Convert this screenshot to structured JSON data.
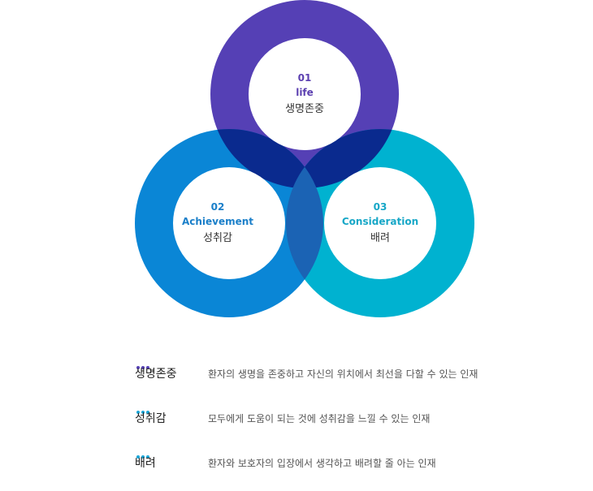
{
  "circles": [
    {
      "num": "01",
      "en": "life",
      "ko": "생명존중",
      "color": "#5540b5"
    },
    {
      "num": "02",
      "en": "Achievement",
      "ko": "성취감",
      "color": "#0a86d6"
    },
    {
      "num": "03",
      "en": "Consideration",
      "ko": "배려",
      "color": "#00b2d0"
    }
  ],
  "overlap_color": "#0a2a8e",
  "values": [
    {
      "term": "생명존중",
      "desc": "환자의 생명을 존중하고 자신의 위치에서 최선을 다할 수 있는 인재",
      "dot_color": "#5540b5"
    },
    {
      "term": "성취감",
      "desc": "모두에게 도움이 되는 것에 성취감을 느낄 수 있는 인재",
      "dot_color": "#1aa6d8"
    },
    {
      "term": "배려",
      "desc": "환자와 보호자의 입장에서 생각하고 배려할 줄 아는 인재",
      "dot_color": "#1aa6d8"
    }
  ]
}
